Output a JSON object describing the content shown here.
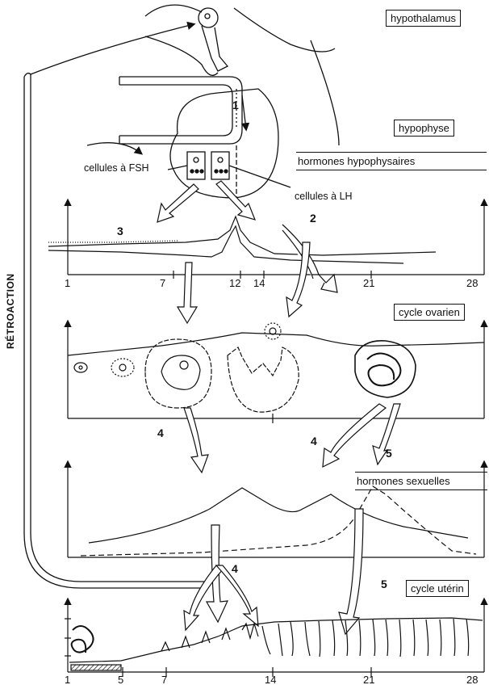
{
  "labels": {
    "hypothalamus": "hypothalamus",
    "hypophyse": "hypophyse",
    "hormones_hypophysaires": "hormones hypophysaires",
    "cellules_fsh": "cellules à FSH",
    "cellules_lh": "cellules à LH",
    "cycle_ovarien": "cycle ovarien",
    "hormones_sexuelles": "hormones sexuelles",
    "cycle_uterin": "cycle utérin",
    "retroaction": "RÉTROACTION"
  },
  "step_numbers": {
    "n1": "1",
    "n2": "2",
    "n3": "3",
    "n4a": "4",
    "n4b": "4",
    "n4c": "4",
    "n5a": "5",
    "n5b": "5"
  },
  "axis_hypophysaire": {
    "t1": "1",
    "t7": "7",
    "t12": "12",
    "t14": "14",
    "t21": "21",
    "t28": "28"
  },
  "axis_uterin": {
    "t1": "1",
    "t5": "5",
    "t7": "7",
    "t14": "14",
    "t21": "21",
    "t28": "28"
  }
}
